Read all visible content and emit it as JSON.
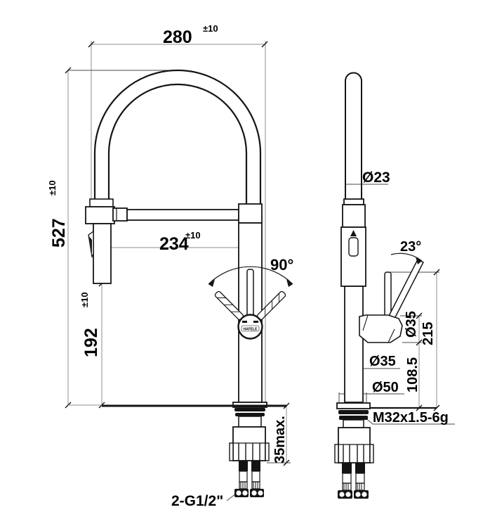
{
  "drawing": {
    "brand_logo": "HAFELE",
    "dims": {
      "overall_width": {
        "value": "280",
        "tol": "±10"
      },
      "overall_height": {
        "value": "527",
        "tol": "±10"
      },
      "spout_reach": {
        "value": "234",
        "tol": "±10"
      },
      "spray_head_height": {
        "value": "192",
        "tol": "±10"
      },
      "swivel_angle": {
        "value": "90°"
      },
      "spout_tube_diameter": {
        "value": "Ø23"
      },
      "handle_tilt_angle": {
        "value": "23°"
      },
      "handle_diameter": {
        "value": "Ø35"
      },
      "handle_top_height": {
        "value": "215"
      },
      "body_diameter": {
        "value": "Ø35"
      },
      "body_section_height": {
        "value": "108.5"
      },
      "base_diameter": {
        "value": "Ø50"
      },
      "mounting_thread": {
        "value": "M32x1.5-6g"
      },
      "max_counter_thickness": {
        "value": "35max."
      },
      "supply_connection": {
        "value": "2-G1/2\""
      }
    },
    "colors": {
      "line": "#141414",
      "dim_line": "#8c8c8c",
      "text": "#000000",
      "background": "#ffffff"
    }
  }
}
